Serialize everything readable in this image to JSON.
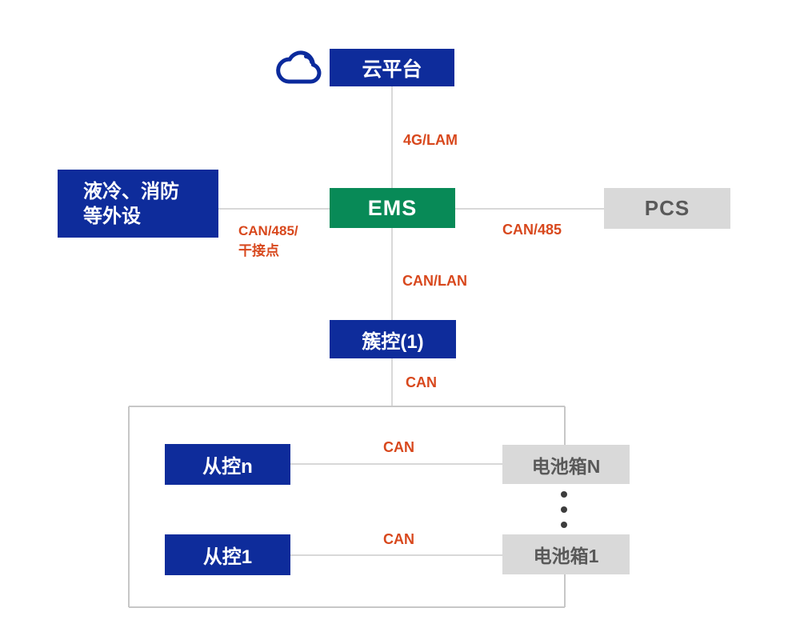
{
  "diagram": {
    "nodes": {
      "cloud_platform": {
        "label": "云平台"
      },
      "ems": {
        "label": "EMS"
      },
      "peripherals": {
        "label_line1": "液冷、消防",
        "label_line2": "等外设"
      },
      "pcs": {
        "label": "PCS"
      },
      "cluster_controller": {
        "label": "簇控(1)"
      },
      "slave_n": {
        "label": "从控n"
      },
      "slave_1": {
        "label": "从控1"
      },
      "battery_box_n": {
        "label": "电池箱N"
      },
      "battery_box_1": {
        "label": "电池箱1"
      }
    },
    "links": {
      "cloud_to_ems": "4G/LAM",
      "peripherals_to_ems_line1": "CAN/485/",
      "peripherals_to_ems_line2": "干接点",
      "ems_to_pcs": "CAN/485",
      "ems_to_cluster": "CAN/LAN",
      "cluster_to_group": "CAN",
      "slave_n_to_battery_n": "CAN",
      "slave_1_to_battery_1": "CAN"
    },
    "icons": {
      "cloud": "cloud-icon"
    },
    "colors": {
      "primary_blue": "#0e2c9b",
      "ems_green": "#088a57",
      "box_gray": "#d9d9d9",
      "gray_text": "#595959",
      "link_label_orange": "#d8481d",
      "line_gray": "#cccccc"
    }
  }
}
